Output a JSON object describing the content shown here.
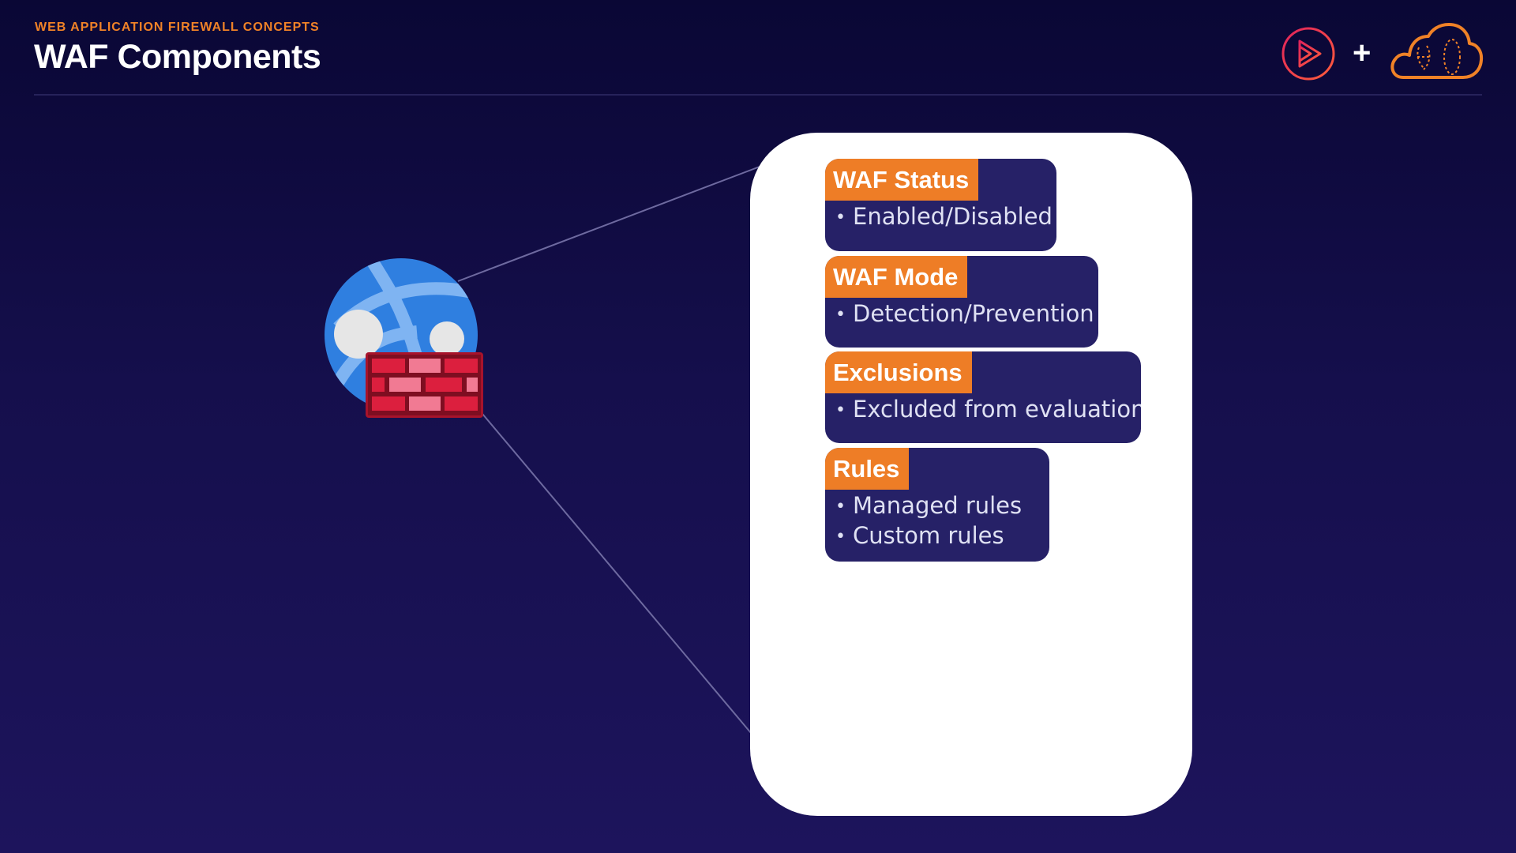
{
  "header": {
    "eyebrow": "WEB APPLICATION FIREWALL CONCEPTS",
    "title": "WAF Components"
  },
  "logos": {
    "left": "play-logo-icon",
    "separator": "+",
    "right": "cloud-logo-icon"
  },
  "diagram": {
    "source_icon": "web-app-firewall-icon",
    "cards": [
      {
        "title": "WAF Status",
        "items": [
          "Enabled/Disabled"
        ]
      },
      {
        "title": "WAF Mode",
        "items": [
          "Detection/Prevention"
        ]
      },
      {
        "title": "Exclusions",
        "items": [
          "Excluded from evaluation"
        ]
      },
      {
        "title": "Rules",
        "items": [
          "Managed rules",
          "Custom rules"
        ]
      }
    ]
  },
  "colors": {
    "accent_orange": "#ee7d26",
    "card_navy": "#262167",
    "background": "#120c45"
  },
  "bullet": "•"
}
